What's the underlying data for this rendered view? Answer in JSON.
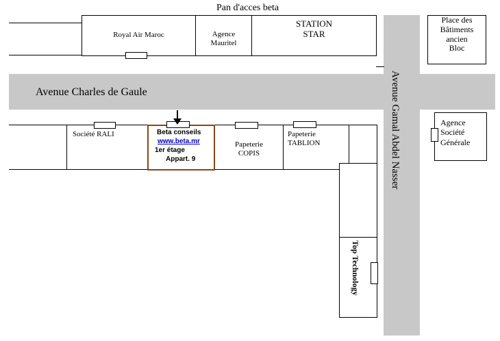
{
  "top_sign": "Pan d'acces beta",
  "roads": {
    "avenue_horizontal": "Avenue Charles de Gaule",
    "avenue_vertical": "Avenue Gamal Abdel Nasser"
  },
  "buildings": {
    "royal_air_maroc": "Royal Air Maroc",
    "agence_mauritel": "Agence\nMauritel",
    "station_star": "STATION\nSTAR",
    "place_batiments": "Place des\nBâtiments\nancien\nBloc",
    "agence_societe_generale": "Agence\nSociété\nGénérale",
    "societe_rali": "Société RALI",
    "beta_conseils": {
      "name": "Beta conseils",
      "website": "www.beta.mr",
      "floor": "1er étage",
      "apartment": "Appart. 9"
    },
    "papeterie_copis": "Papeterie\nCOPIS",
    "papeterie_tablion": "Papeterie\nTABLION",
    "top_technology": "Top Technology"
  },
  "colors": {
    "road": "#c8c8c8",
    "highlight_border": "#8b4513",
    "link": "#0000cc"
  },
  "icons": {
    "location_arrow": "down-arrow-icon"
  }
}
